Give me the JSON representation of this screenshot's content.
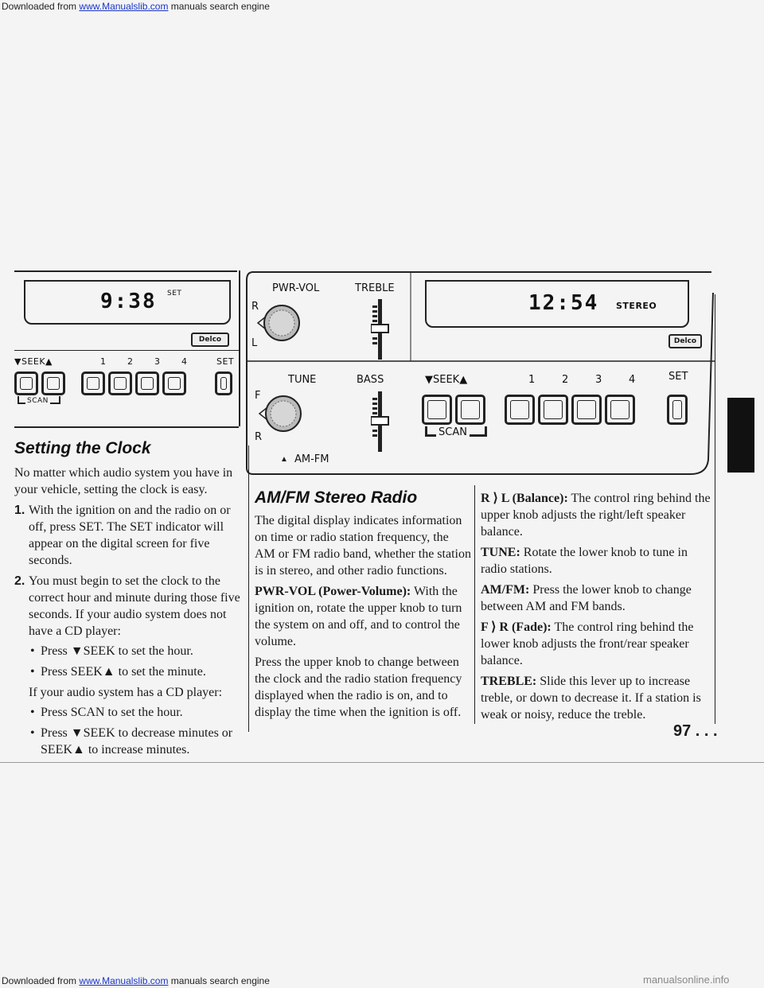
{
  "banner": {
    "prefix": "Downloaded from",
    "link": "www.Manualslib.com",
    "suffix": "manuals search engine"
  },
  "footer_banner": "manualsonline.info",
  "left_radio": {
    "display_time": "9:38",
    "display_set": "SET",
    "logo": "Delco",
    "seek_label": "▼SEEK▲",
    "presets": [
      "1",
      "2",
      "3",
      "4"
    ],
    "set_label": "SET",
    "scan_label": "SCAN"
  },
  "right_radio": {
    "pwr_vol_label": "PWR-VOL",
    "treble_label": "TREBLE",
    "r_label": "R",
    "l_label": "L",
    "display_time": "12:54",
    "display_stereo": "STEREO",
    "logo": "Delco",
    "tune_label": "TUNE",
    "bass_label": "BASS",
    "seek_label": "▼SEEK▲",
    "presets": [
      "1",
      "2",
      "3",
      "4"
    ],
    "set_label": "SET",
    "f_label": "F",
    "r2_label": "R",
    "scan_label": "SCAN",
    "amfm_label": "AM-FM"
  },
  "clock_section": {
    "title": "Setting the Clock",
    "intro": "No matter which audio system you have in your vehicle, setting the clock is easy.",
    "step1_num": "1.",
    "step1": "With the ignition on and the radio on or off, press SET. The SET indicator will appear on the digital screen for five seconds.",
    "step2_num": "2.",
    "step2": "You must begin to set the clock to the correct hour and minute during those five seconds. If your audio system does not have a CD player:",
    "bullet1": "Press ▼SEEK to set the hour.",
    "bullet2": "Press SEEK▲ to set the minute.",
    "cd_intro": "If your audio system has a CD player:",
    "bullet3": "Press SCAN to set the hour.",
    "bullet4": "Press ▼SEEK to decrease minutes or SEEK▲ to increase minutes."
  },
  "amfm_section": {
    "title": "AM/FM Stereo Radio",
    "intro": "The digital display indicates information on time or radio station frequency, the AM or FM radio band, whether the station is in stereo, and other radio functions.",
    "pwr_term": "PWR-VOL (Power-Volume):",
    "pwr_text": "With the ignition on, rotate the upper knob to turn the system on and off, and to control the volume.",
    "press_text": "Press the upper knob to change between the clock and the radio station frequency displayed when the radio is on, and to display the time when the ignition is off."
  },
  "right_col": {
    "balance_term": "R ⟩ L (Balance):",
    "balance_text": "The control ring behind the upper knob adjusts the right/left speaker balance.",
    "tune_term": "TUNE:",
    "tune_text": "Rotate the lower knob to tune in radio stations.",
    "amfm_term": "AM/FM:",
    "amfm_text": "Press the lower knob to change between AM and FM bands.",
    "fade_term": "F ⟩ R (Fade):",
    "fade_text": "The control ring behind the lower knob adjusts the front/rear speaker balance.",
    "treble_term": "TREBLE:",
    "treble_text": "Slide this lever up to increase treble, or down to decrease it. If a station is weak or noisy, reduce the treble."
  },
  "page_number": "97 . . ."
}
